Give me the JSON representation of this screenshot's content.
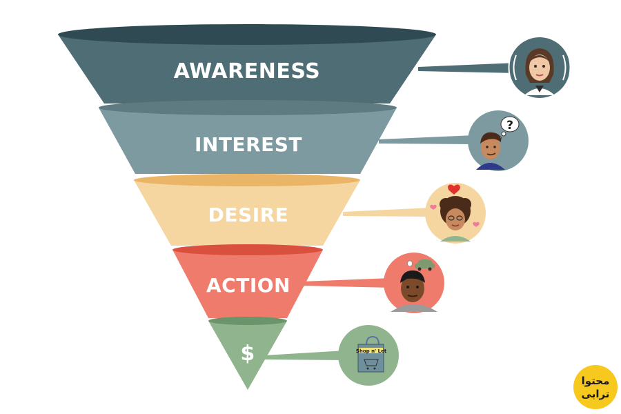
{
  "funnel": {
    "stages": [
      {
        "label": "AWARENESS",
        "color": "#4f6d75",
        "rim": "#2f4a52",
        "bubble": "#4f6d75",
        "avatar": "woman-with-sound-waves-icon"
      },
      {
        "label": "INTEREST",
        "color": "#7d9aa1",
        "rim": "#5e7b82",
        "bubble": "#7d9aa1",
        "avatar": "man-thinking-question-icon"
      },
      {
        "label": "DESIRE",
        "color": "#f5d5a0",
        "rim": "#eab566",
        "bubble": "#f5d5a0",
        "avatar": "woman-with-hearts-icon"
      },
      {
        "label": "ACTION",
        "color": "#ef7b6c",
        "rim": "#d9503f",
        "bubble": "#ef7b6c",
        "avatar": "man-with-car-icon"
      },
      {
        "label": "$",
        "color": "#8fb48e",
        "rim": "#6b946a",
        "bubble": "#8fb48e",
        "avatar": "shopping-bag-icon"
      }
    ]
  },
  "shopping_bag": {
    "text": "Shop n' Let"
  },
  "logo": {
    "line1": "محتوا",
    "line2": "ترابی",
    "color": "#f7c81e"
  },
  "thought": {
    "mark": "?"
  }
}
